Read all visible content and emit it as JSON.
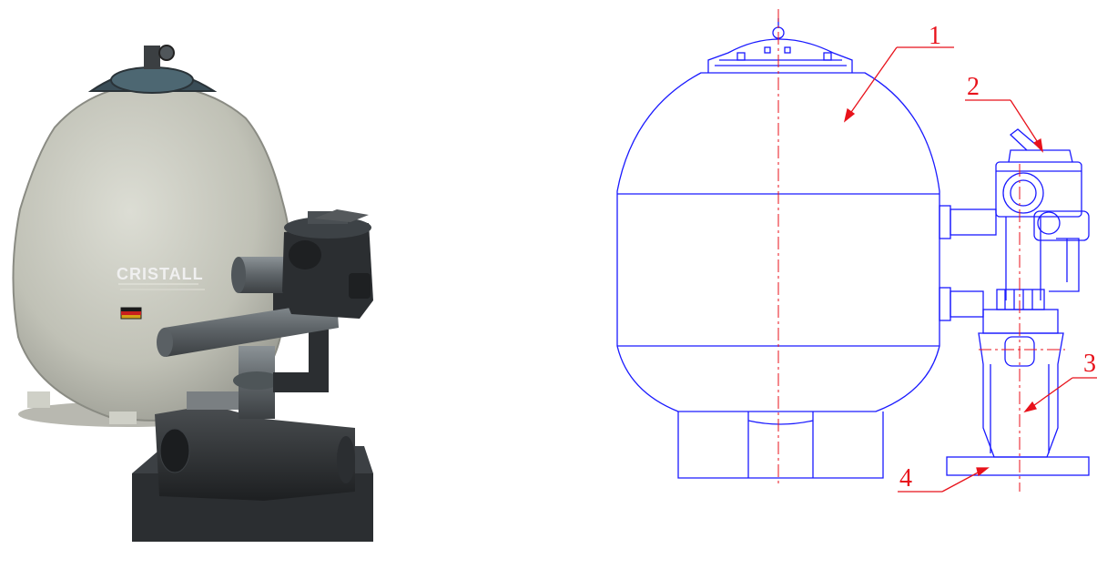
{
  "photo": {
    "brand_label": "CRISTALL"
  },
  "drawing": {
    "callouts": [
      {
        "number": "1"
      },
      {
        "number": "2"
      },
      {
        "number": "3"
      },
      {
        "number": "4"
      }
    ]
  },
  "colors": {
    "drawing_lines": "#1a1aff",
    "centerlines": "#e8121b",
    "callouts": "#e8121b",
    "tank": "#c6c7bd",
    "valve": "#2a2d2f",
    "pipe": "#6c7377"
  }
}
